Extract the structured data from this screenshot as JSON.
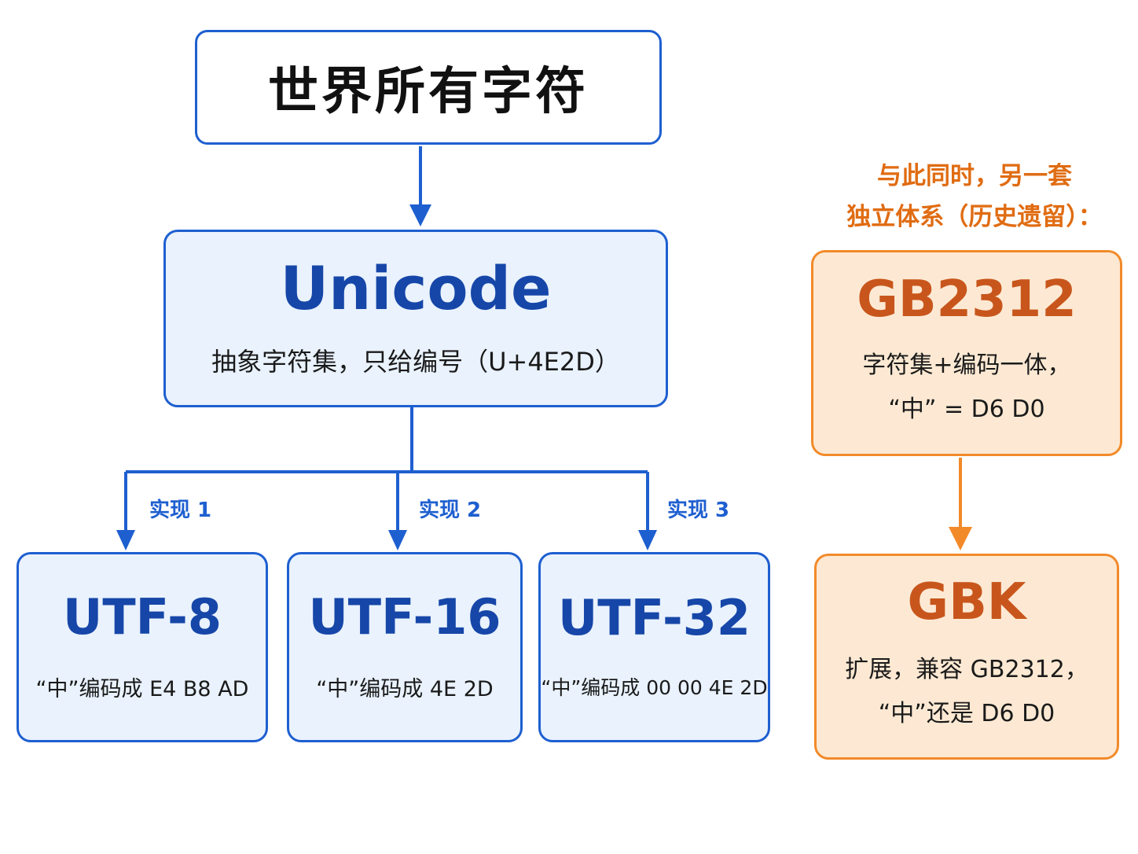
{
  "top": {
    "title": "世界所有字符"
  },
  "unicode": {
    "title": "Unicode",
    "subtitle": "抽象字符集，只给编号（U+4E2D）"
  },
  "implementations": [
    {
      "label": "实现 1",
      "title": "UTF-8",
      "desc": "“中”编码成 E4 B8 AD"
    },
    {
      "label": "实现 2",
      "title": "UTF-16",
      "desc": "“中”编码成 4E 2D"
    },
    {
      "label": "实现 3",
      "title": "UTF-32",
      "desc": "“中”编码成 00 00 4E 2D"
    }
  ],
  "side": {
    "note_line1": "与此同时，另一套",
    "note_line2": "独立体系（历史遗留）：",
    "gb2312": {
      "title": "GB2312",
      "desc_line1": "字符集+编码一体，",
      "desc_line2": "“中” = D6 D0"
    },
    "gbk": {
      "title": "GBK",
      "desc_line1": "扩展，兼容 GB2312，",
      "desc_line2": "“中”还是 D6 D0"
    }
  },
  "colors": {
    "blue": "#1e5fd0",
    "blue_fill": "#e9f2fd",
    "orange": "#f28a2a",
    "orange_fill": "#fde9d3"
  }
}
